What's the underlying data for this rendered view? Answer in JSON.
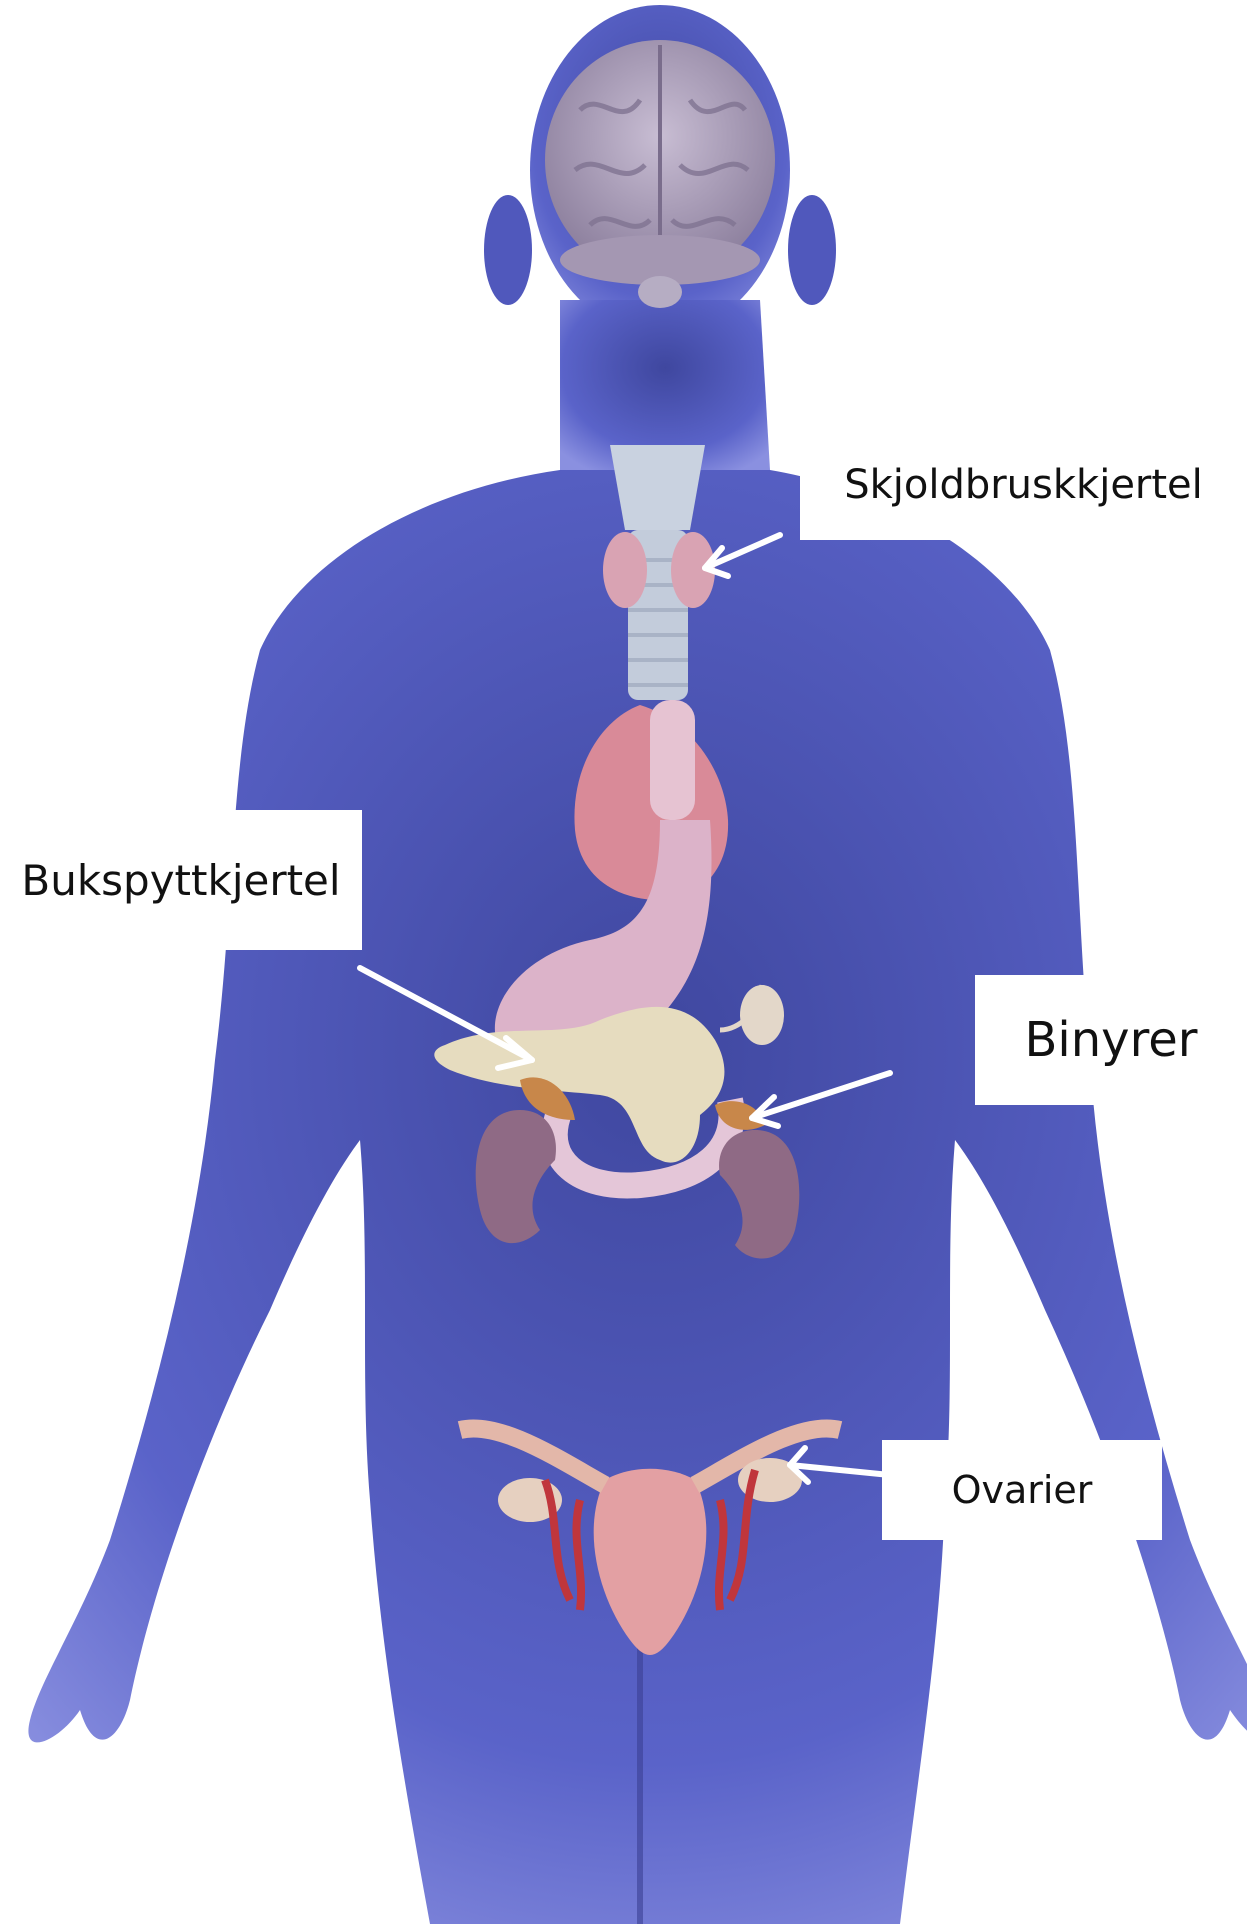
{
  "labels": {
    "thyroid": "Skjoldbruskkjertel",
    "pancreas": "Bukspyttkjertel",
    "adrenal": "Binyrer",
    "ovary": "Ovarier"
  },
  "colors": {
    "body": "#5a63c9",
    "body_dark": "#3b3f95",
    "brain": "#a89bb4",
    "trachea": "#c9d2e0",
    "thyroid": "#d9a3b3",
    "heart": "#d98a98",
    "stomach": "#dcb3c9",
    "pancreas": "#e6dcbf",
    "adrenal": "#c8874a",
    "kidney": "#8f6a85",
    "ovary_organs": "#e3a0a3",
    "vessels": "#c0363c",
    "arrow": "#ffffff"
  }
}
